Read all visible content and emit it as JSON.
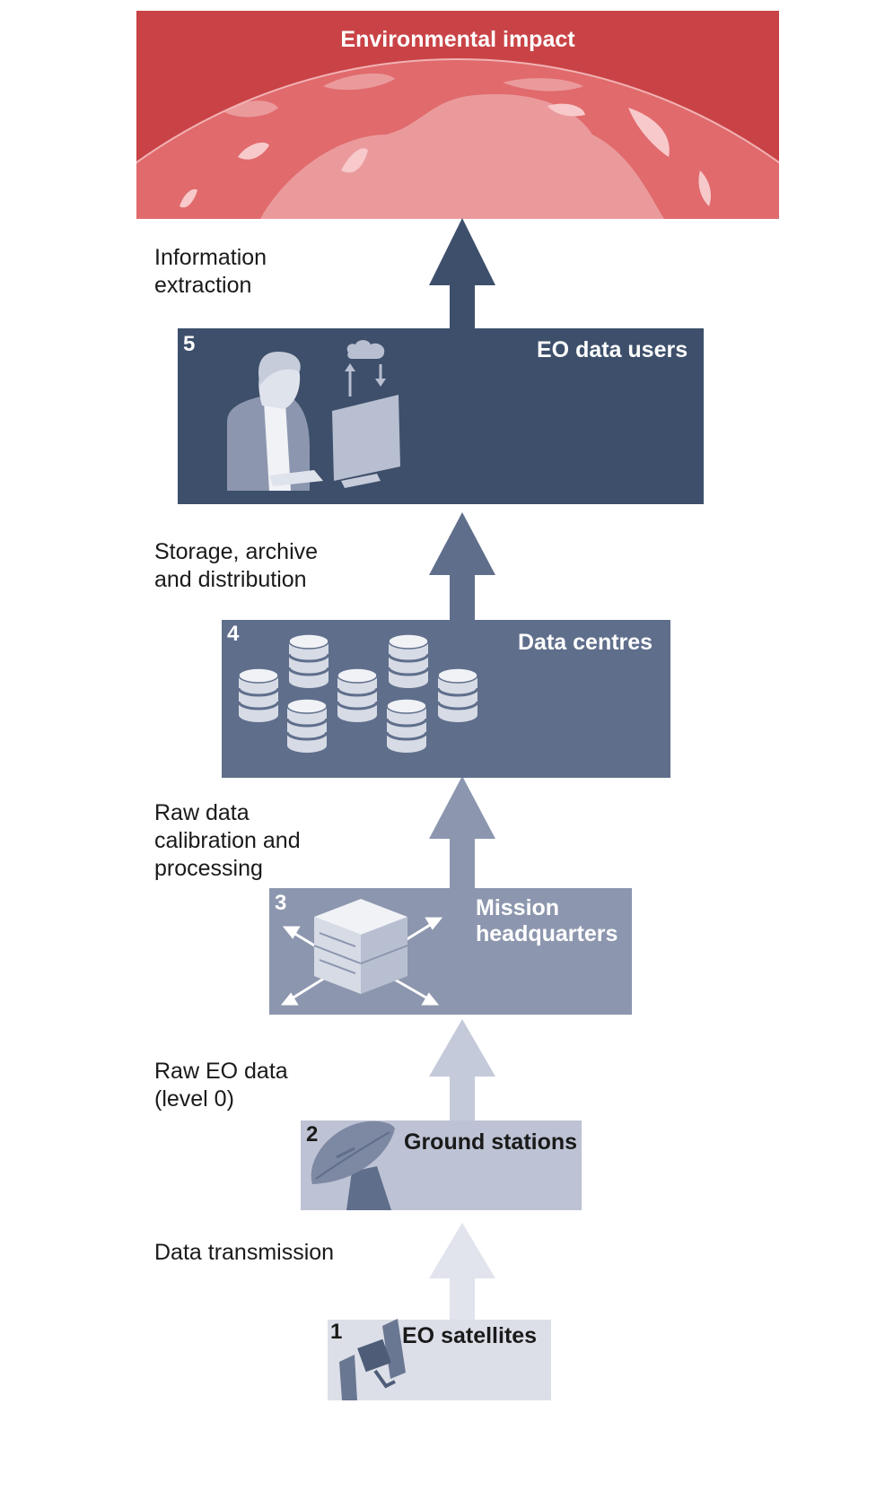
{
  "header": {
    "title": "Environmental impact"
  },
  "stages": [
    {
      "number": "1",
      "label": "EO satellites",
      "color": "#dcdfe8",
      "icon": "satellite-icon"
    },
    {
      "number": "2",
      "label": "Ground stations",
      "color": "#bdc3d4",
      "icon": "satellite-dish-icon"
    },
    {
      "number": "3",
      "label_lines": [
        "Mission",
        "headquarters"
      ],
      "color": "#8c96ae",
      "icon": "server-icon"
    },
    {
      "number": "4",
      "label": "Data centres",
      "color": "#5f6e8b",
      "icon": "database-icon"
    },
    {
      "number": "5",
      "label": "EO data users",
      "color": "#3d4f6b",
      "icon": "person-at-computer-icon"
    }
  ],
  "steps": [
    {
      "lines": [
        "Data transmission"
      ]
    },
    {
      "lines": [
        "Raw EO data",
        "(level 0)"
      ]
    },
    {
      "lines": [
        "Raw data",
        "calibration and",
        "processing"
      ]
    },
    {
      "lines": [
        "Storage, archive",
        "and distribution"
      ]
    },
    {
      "lines": [
        "Information",
        "extraction"
      ]
    }
  ],
  "colors": {
    "impact_dark": "#c94346",
    "impact_globe": "#e06a6c",
    "impact_light": "#eb9a9c"
  }
}
